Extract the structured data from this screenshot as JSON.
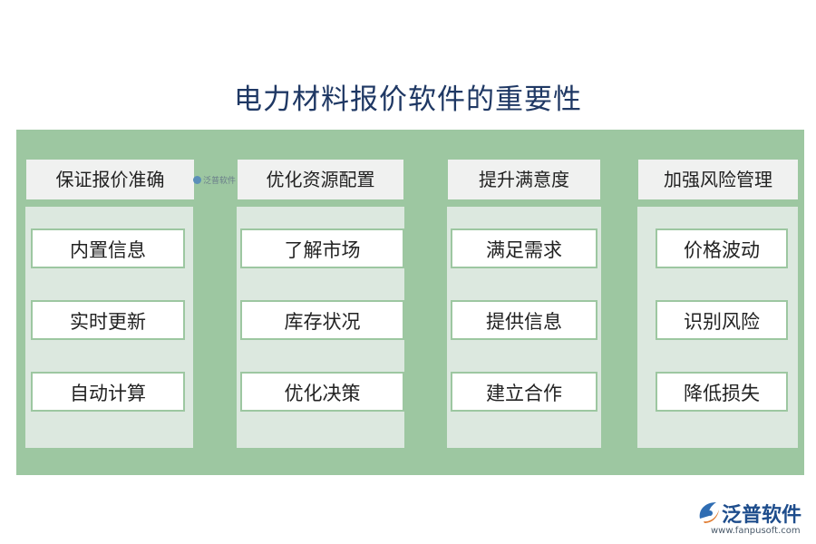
{
  "title": "电力材料报价软件的重要性",
  "columns": [
    {
      "header": "保证报价准确",
      "items": [
        "内置信息",
        "实时更新",
        "自动计算"
      ]
    },
    {
      "header": "优化资源配置",
      "items": [
        "了解市场",
        "库存状况",
        "优化决策"
      ]
    },
    {
      "header": "提升满意度",
      "items": [
        "满足需求",
        "提供信息",
        "建立合作"
      ]
    },
    {
      "header": "加强风险管理",
      "items": [
        "价格波动",
        "识别风险",
        "降低损失"
      ]
    }
  ],
  "watermark": {
    "text": "泛普软件"
  },
  "logo": {
    "name": "泛普软件",
    "url": "www.fanpusoft.com"
  },
  "colors": {
    "title": "#1f3864",
    "panel": "#9dc7a1",
    "column_body": "#dce8df",
    "header_bg": "#f0f1f0"
  }
}
